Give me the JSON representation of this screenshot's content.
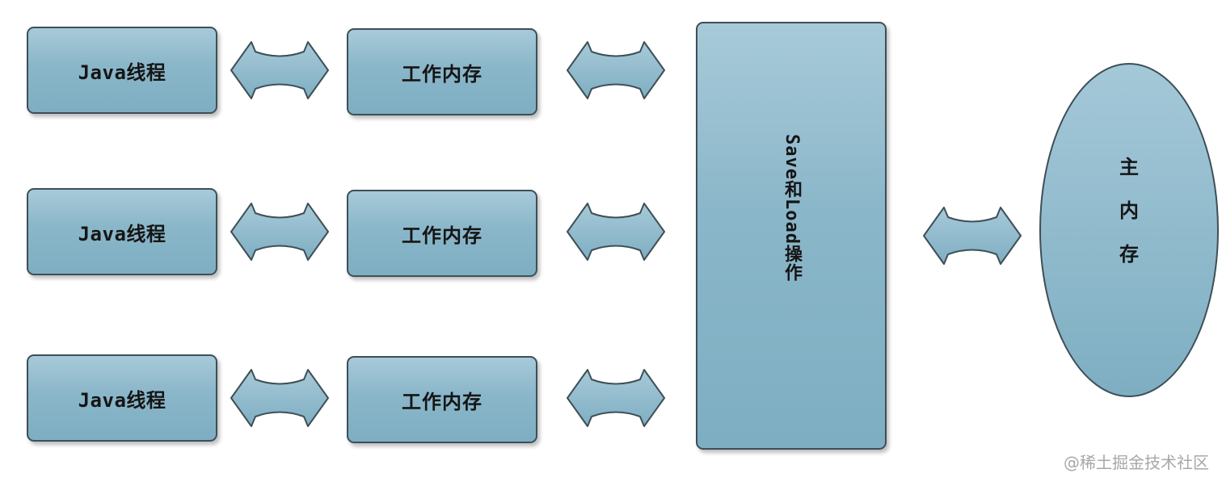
{
  "threads": [
    {
      "label": "Java线程",
      "memory_label": "工作内存"
    },
    {
      "label": "Java线程",
      "memory_label": "工作内存"
    },
    {
      "label": "Java线程",
      "memory_label": "工作内存"
    }
  ],
  "operation_label": "Save和Load操作",
  "main_memory": {
    "chars": [
      "主",
      "内",
      "存"
    ]
  },
  "watermark": "@稀土掘金技术社区",
  "colors": {
    "box_fill": "#8ab6c9",
    "box_border": "#3e4f57",
    "watermark": "#a7a7a7"
  }
}
